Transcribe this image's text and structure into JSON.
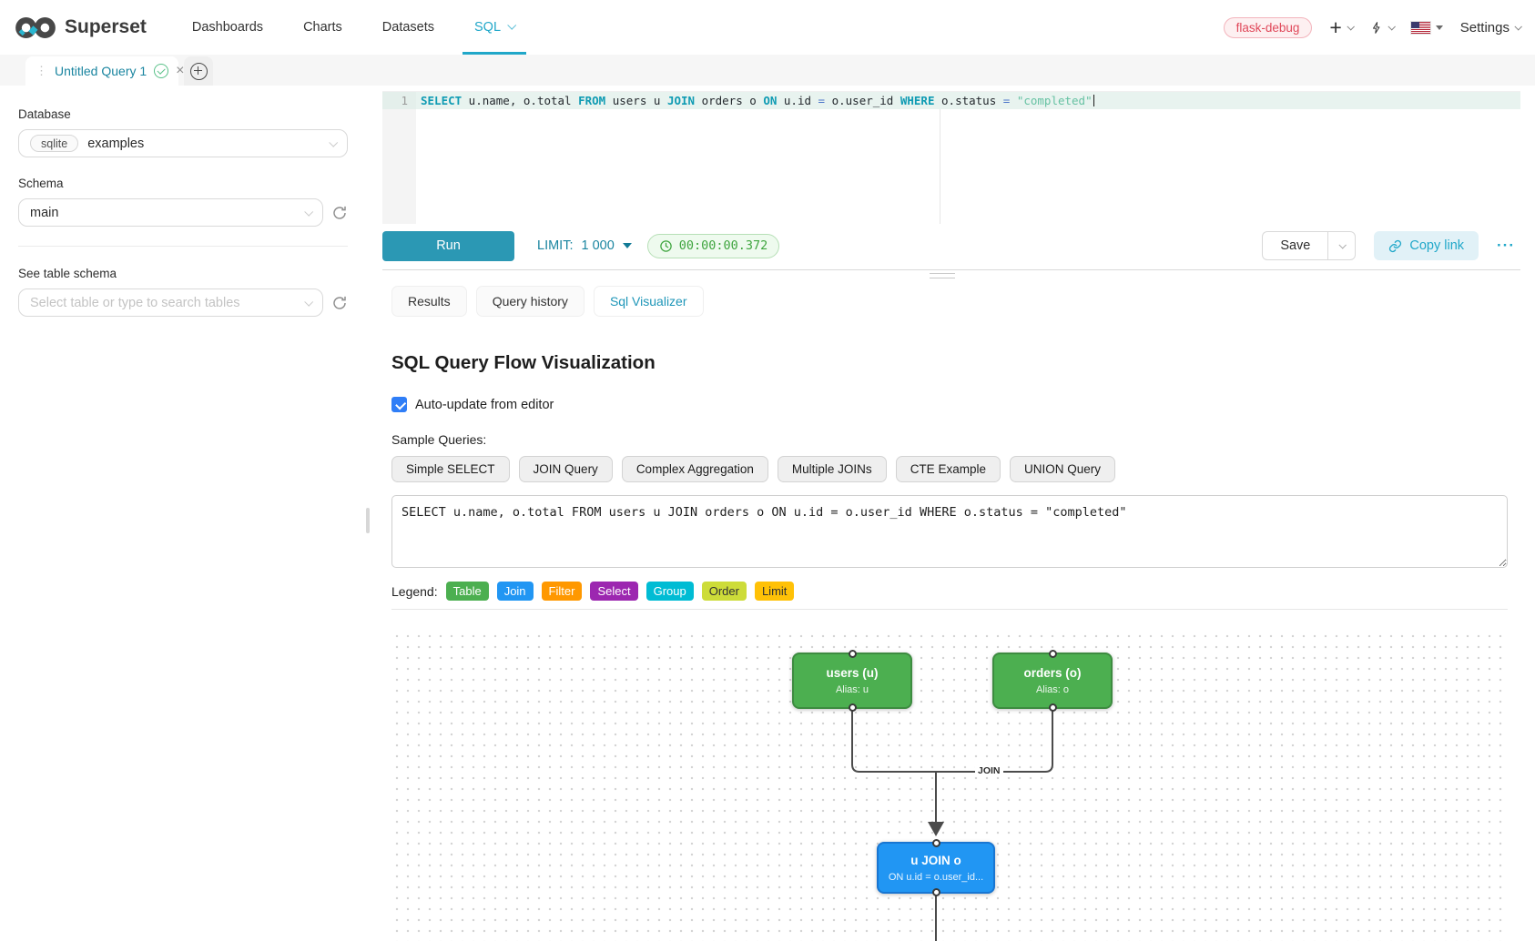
{
  "colors": {
    "brand_teal": "#20a7c9",
    "run_button": "#2b98b4",
    "timer_green": "#3fa53f",
    "env_badge_red": "#e0485a",
    "edge_gray": "#4b4b4b",
    "node_green": "#4caf50",
    "node_blue": "#2196f3"
  },
  "nav": {
    "brand": "Superset",
    "items": [
      {
        "label": "Dashboards",
        "active": false,
        "has_caret": false
      },
      {
        "label": "Charts",
        "active": false,
        "has_caret": false
      },
      {
        "label": "Datasets",
        "active": false,
        "has_caret": false
      },
      {
        "label": "SQL",
        "active": true,
        "has_caret": true
      }
    ],
    "env_badge": "flask-debug",
    "plus_glyph": "+",
    "settings_label": "Settings"
  },
  "tab_strip": {
    "drag_glyph": "⋮",
    "tab_title": "Untitled Query 1",
    "close_glyph": "×"
  },
  "sidebar": {
    "database_label": "Database",
    "database_engine": "sqlite",
    "database_value": "examples",
    "schema_label": "Schema",
    "schema_value": "main",
    "table_label": "See table schema",
    "table_placeholder": "Select table or type to search tables"
  },
  "editor": {
    "line_number": "1",
    "tokens": [
      {
        "t": "SELECT",
        "c": "kw"
      },
      {
        "t": " u.name, o.total ",
        "c": "pl"
      },
      {
        "t": "FROM",
        "c": "kw"
      },
      {
        "t": " users u ",
        "c": "pl"
      },
      {
        "t": "JOIN",
        "c": "kw"
      },
      {
        "t": " orders o ",
        "c": "pl"
      },
      {
        "t": "ON",
        "c": "kw"
      },
      {
        "t": " u.id ",
        "c": "pl"
      },
      {
        "t": "=",
        "c": "op"
      },
      {
        "t": " o.user_id ",
        "c": "pl"
      },
      {
        "t": "WHERE",
        "c": "kw"
      },
      {
        "t": " o.status ",
        "c": "pl"
      },
      {
        "t": "=",
        "c": "op"
      },
      {
        "t": " ",
        "c": "pl"
      },
      {
        "t": "\"completed\"",
        "c": "str"
      }
    ]
  },
  "toolbar": {
    "run_label": "Run",
    "limit_label": "LIMIT:",
    "limit_value": "1 000",
    "timer": "00:00:00.372",
    "save_label": "Save",
    "copy_link_label": "Copy link",
    "more_glyph": "···"
  },
  "south_tabs": {
    "tabs": [
      {
        "label": "Results",
        "active": false
      },
      {
        "label": "Query history",
        "active": false
      },
      {
        "label": "Sql Visualizer",
        "active": true
      }
    ]
  },
  "visualizer": {
    "title": "SQL Query Flow Visualization",
    "auto_update_label": "Auto-update from editor",
    "auto_update_checked": true,
    "sample_queries_label": "Sample Queries:",
    "sample_buttons": [
      "Simple SELECT",
      "JOIN Query",
      "Complex Aggregation",
      "Multiple JOINs",
      "CTE Example",
      "UNION Query"
    ],
    "query_text": "SELECT u.name, o.total FROM users u JOIN orders o ON u.id = o.user_id WHERE o.status = \"completed\"",
    "legend_label": "Legend:",
    "legend_items": [
      {
        "label": "Table",
        "color": "#4caf50",
        "text_color": "#ffffff"
      },
      {
        "label": "Join",
        "color": "#2196f3",
        "text_color": "#ffffff"
      },
      {
        "label": "Filter",
        "color": "#ff9800",
        "text_color": "#ffffff"
      },
      {
        "label": "Select",
        "color": "#9c27b0",
        "text_color": "#ffffff"
      },
      {
        "label": "Group",
        "color": "#00bcd4",
        "text_color": "#ffffff"
      },
      {
        "label": "Order",
        "color": "#cddc39",
        "text_color": "#333333"
      },
      {
        "label": "Limit",
        "color": "#ffc107",
        "text_color": "#333333"
      }
    ],
    "flow": {
      "nodes": [
        {
          "id": "users",
          "title": "users (u)",
          "subtitle": "Alias: u"
        },
        {
          "id": "orders",
          "title": "orders (o)",
          "subtitle": "Alias: o"
        },
        {
          "id": "join",
          "title": "u JOIN o",
          "subtitle": "ON u.id = o.user_id..."
        }
      ],
      "edge_label": "JOIN"
    }
  }
}
